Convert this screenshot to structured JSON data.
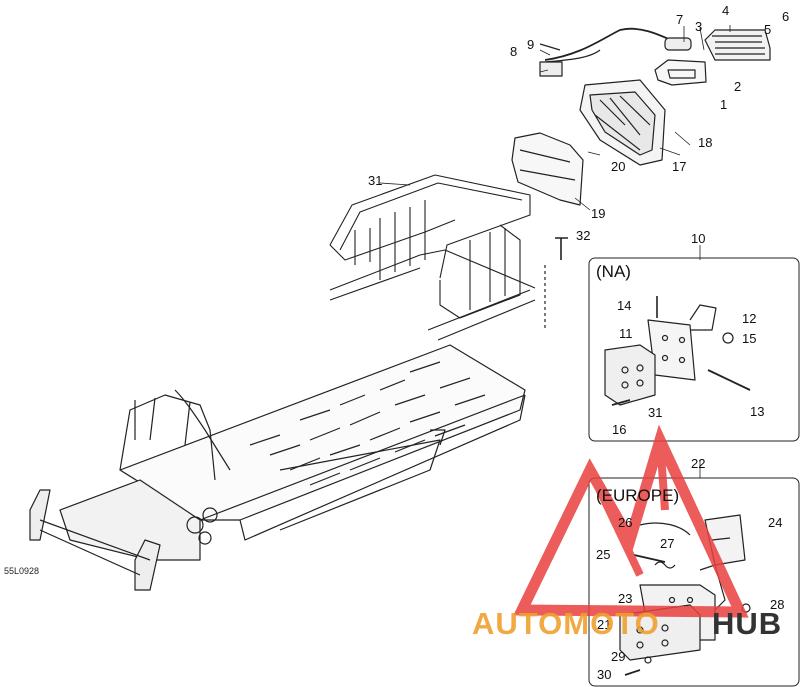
{
  "diagram": {
    "reference_code": "55L0928",
    "callouts": {
      "c1": "1",
      "c2": "2",
      "c3": "3",
      "c4": "4",
      "c5": "5",
      "c6": "6",
      "c7": "7",
      "c8": "8",
      "c9": "9",
      "c17": "17",
      "c18": "18",
      "c19": "19",
      "c20": "20",
      "c31_top": "31",
      "c32": "32",
      "c10": "10",
      "c22": "22"
    },
    "na_box": {
      "title": "(NA)",
      "callouts": {
        "c11": "11",
        "c12": "12",
        "c13": "13",
        "c14": "14",
        "c15": "15",
        "c16": "16",
        "c31": "31"
      }
    },
    "europe_box": {
      "title": "(EUROPE)",
      "callouts": {
        "c21": "21",
        "c23": "23",
        "c24": "24",
        "c25": "25",
        "c26": "26",
        "c27": "27",
        "c28": "28",
        "c29": "29",
        "c30": "30"
      }
    }
  },
  "watermark": {
    "text_part1": "AUTOMOTO",
    "text_part2": "HUB",
    "color_red": "#e8403e",
    "color_orange": "#f0a030",
    "color_dark": "#333333"
  }
}
